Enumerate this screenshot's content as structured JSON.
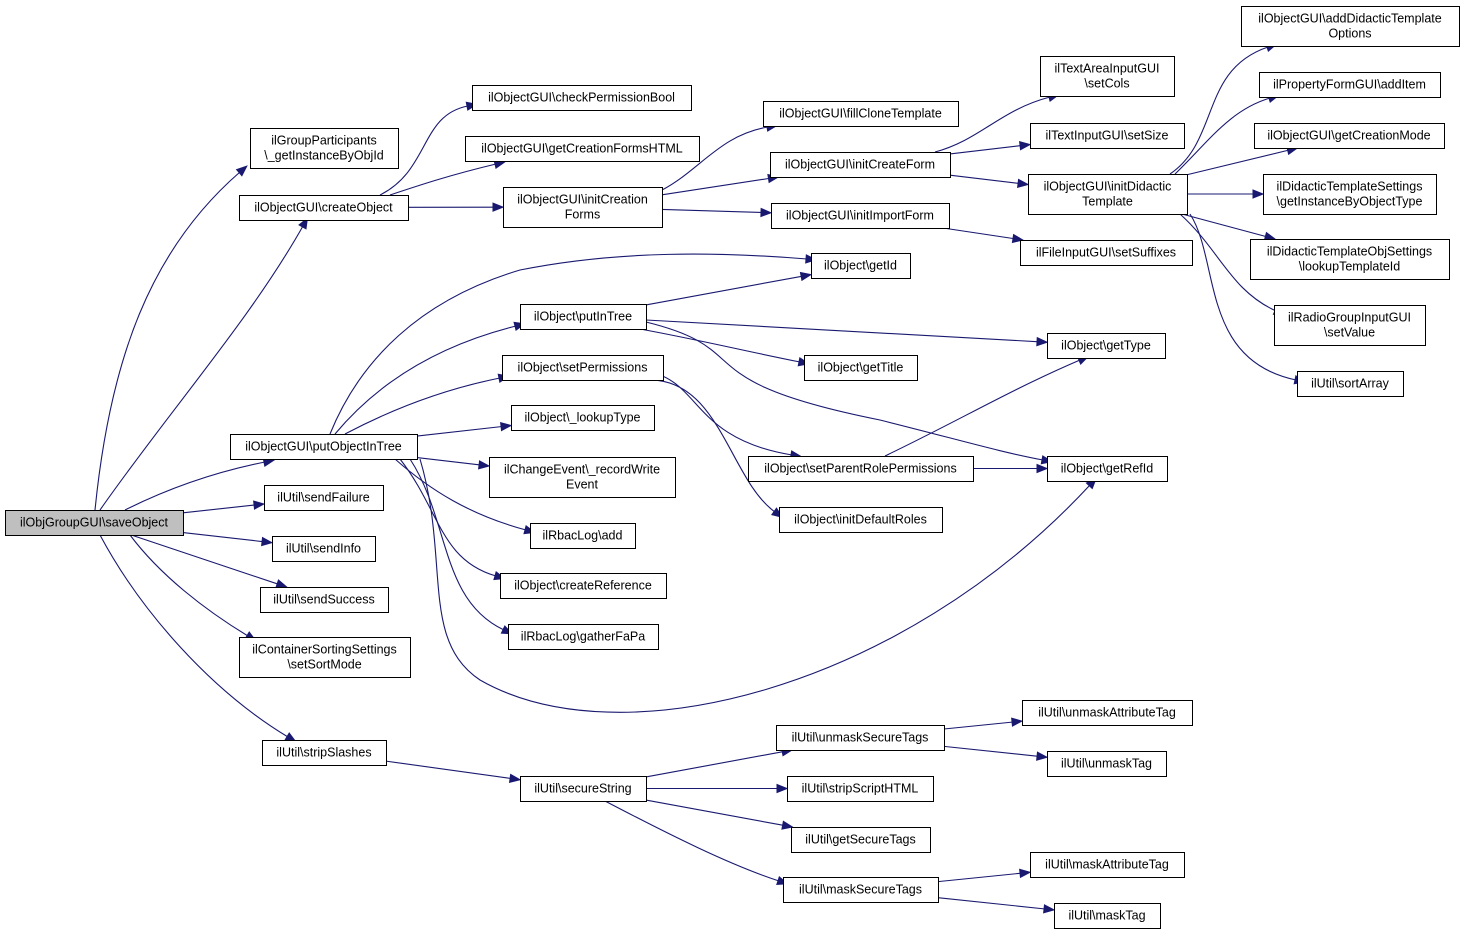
{
  "colors": {
    "edge": "#191970",
    "root_fill": "#bfbfbf",
    "node_fill": "#ffffff",
    "border": "#000000"
  },
  "nodes": [
    {
      "id": "saveObject",
      "lines": [
        "ilObjGroupGUI\\saveObject"
      ],
      "root": true
    },
    {
      "id": "gp",
      "lines": [
        "ilGroupParticipants",
        "\\_getInstanceByObjId"
      ]
    },
    {
      "id": "createObject",
      "lines": [
        "ilObjectGUI\\createObject"
      ]
    },
    {
      "id": "putObjectInTree",
      "lines": [
        "ilObjectGUI\\putObjectInTree"
      ]
    },
    {
      "id": "sendFailure",
      "lines": [
        "ilUtil\\sendFailure"
      ]
    },
    {
      "id": "sendInfo",
      "lines": [
        "ilUtil\\sendInfo"
      ]
    },
    {
      "id": "sendSuccess",
      "lines": [
        "ilUtil\\sendSuccess"
      ]
    },
    {
      "id": "setSortMode",
      "lines": [
        "ilContainerSortingSettings",
        "\\setSortMode"
      ]
    },
    {
      "id": "stripSlashes",
      "lines": [
        "ilUtil\\stripSlashes"
      ]
    },
    {
      "id": "checkPermissionBool",
      "lines": [
        "ilObjectGUI\\checkPermissionBool"
      ]
    },
    {
      "id": "getCreationFormsHTML",
      "lines": [
        "ilObjectGUI\\getCreationFormsHTML"
      ]
    },
    {
      "id": "initCreationForms",
      "lines": [
        "ilObjectGUI\\initCreation",
        "Forms"
      ]
    },
    {
      "id": "getId",
      "lines": [
        "ilObject\\getId"
      ]
    },
    {
      "id": "putInTree",
      "lines": [
        "ilObject\\putInTree"
      ]
    },
    {
      "id": "setPermissions",
      "lines": [
        "ilObject\\setPermissions"
      ]
    },
    {
      "id": "lookupType",
      "lines": [
        "ilObject\\_lookupType"
      ]
    },
    {
      "id": "recordWriteEvent",
      "lines": [
        "ilChangeEvent\\_recordWrite",
        "Event"
      ]
    },
    {
      "id": "rbacAdd",
      "lines": [
        "ilRbacLog\\add"
      ]
    },
    {
      "id": "createReference",
      "lines": [
        "ilObject\\createReference"
      ]
    },
    {
      "id": "gatherFaPa",
      "lines": [
        "ilRbacLog\\gatherFaPa"
      ]
    },
    {
      "id": "secureString",
      "lines": [
        "ilUtil\\secureString"
      ]
    },
    {
      "id": "fillCloneTemplate",
      "lines": [
        "ilObjectGUI\\fillCloneTemplate"
      ]
    },
    {
      "id": "initCreateForm",
      "lines": [
        "ilObjectGUI\\initCreateForm"
      ]
    },
    {
      "id": "initImportForm",
      "lines": [
        "ilObjectGUI\\initImportForm"
      ]
    },
    {
      "id": "getTitle",
      "lines": [
        "ilObject\\getTitle"
      ]
    },
    {
      "id": "setParentRolePermissions",
      "lines": [
        "ilObject\\setParentRolePermissions"
      ]
    },
    {
      "id": "initDefaultRoles",
      "lines": [
        "ilObject\\initDefaultRoles"
      ]
    },
    {
      "id": "unmaskSecureTags",
      "lines": [
        "ilUtil\\unmaskSecureTags"
      ]
    },
    {
      "id": "stripScriptHTML",
      "lines": [
        "ilUtil\\stripScriptHTML"
      ]
    },
    {
      "id": "getSecureTags",
      "lines": [
        "ilUtil\\getSecureTags"
      ]
    },
    {
      "id": "maskSecureTags",
      "lines": [
        "ilUtil\\maskSecureTags"
      ]
    },
    {
      "id": "setCols",
      "lines": [
        "ilTextAreaInputGUI",
        "\\setCols"
      ]
    },
    {
      "id": "setSize",
      "lines": [
        "ilTextInputGUI\\setSize"
      ]
    },
    {
      "id": "initDidacticTemplate",
      "lines": [
        "ilObjectGUI\\initDidactic",
        "Template"
      ]
    },
    {
      "id": "setSuffixes",
      "lines": [
        "ilFileInputGUI\\setSuffixes"
      ]
    },
    {
      "id": "getType",
      "lines": [
        "ilObject\\getType"
      ]
    },
    {
      "id": "getRefId",
      "lines": [
        "ilObject\\getRefId"
      ]
    },
    {
      "id": "unmaskAttributeTag",
      "lines": [
        "ilUtil\\unmaskAttributeTag"
      ]
    },
    {
      "id": "unmaskTag",
      "lines": [
        "ilUtil\\unmaskTag"
      ]
    },
    {
      "id": "maskAttributeTag",
      "lines": [
        "ilUtil\\maskAttributeTag"
      ]
    },
    {
      "id": "maskTag",
      "lines": [
        "ilUtil\\maskTag"
      ]
    },
    {
      "id": "addDidacticTemplateOptions",
      "lines": [
        "ilObjectGUI\\addDidacticTemplate",
        "Options"
      ]
    },
    {
      "id": "addItem",
      "lines": [
        "ilPropertyFormGUI\\addItem"
      ]
    },
    {
      "id": "getCreationMode",
      "lines": [
        "ilObjectGUI\\getCreationMode"
      ]
    },
    {
      "id": "getInstanceByObjectType",
      "lines": [
        "ilDidacticTemplateSettings",
        "\\getInstanceByObjectType"
      ]
    },
    {
      "id": "lookupTemplateId",
      "lines": [
        "ilDidacticTemplateObjSettings",
        "\\lookupTemplateId"
      ]
    },
    {
      "id": "setValue",
      "lines": [
        "ilRadioGroupInputGUI",
        "\\setValue"
      ]
    },
    {
      "id": "sortArray",
      "lines": [
        "ilUtil\\sortArray"
      ]
    }
  ],
  "edges": [
    [
      "saveObject",
      "gp"
    ],
    [
      "saveObject",
      "createObject"
    ],
    [
      "saveObject",
      "putObjectInTree"
    ],
    [
      "saveObject",
      "sendFailure"
    ],
    [
      "saveObject",
      "sendInfo"
    ],
    [
      "saveObject",
      "sendSuccess"
    ],
    [
      "saveObject",
      "setSortMode"
    ],
    [
      "saveObject",
      "stripSlashes"
    ],
    [
      "createObject",
      "checkPermissionBool"
    ],
    [
      "createObject",
      "getCreationFormsHTML"
    ],
    [
      "createObject",
      "initCreationForms"
    ],
    [
      "initCreationForms",
      "fillCloneTemplate"
    ],
    [
      "initCreationForms",
      "initCreateForm"
    ],
    [
      "initCreationForms",
      "initImportForm"
    ],
    [
      "initCreateForm",
      "setCols"
    ],
    [
      "initCreateForm",
      "setSize"
    ],
    [
      "initCreateForm",
      "initDidacticTemplate"
    ],
    [
      "initImportForm",
      "setSuffixes"
    ],
    [
      "initDidacticTemplate",
      "addDidacticTemplateOptions"
    ],
    [
      "initDidacticTemplate",
      "addItem"
    ],
    [
      "initDidacticTemplate",
      "getCreationMode"
    ],
    [
      "initDidacticTemplate",
      "getInstanceByObjectType"
    ],
    [
      "initDidacticTemplate",
      "lookupTemplateId"
    ],
    [
      "initDidacticTemplate",
      "setValue"
    ],
    [
      "initDidacticTemplate",
      "sortArray"
    ],
    [
      "putObjectInTree",
      "getId"
    ],
    [
      "putObjectInTree",
      "putInTree"
    ],
    [
      "putObjectInTree",
      "setPermissions"
    ],
    [
      "putObjectInTree",
      "lookupType"
    ],
    [
      "putObjectInTree",
      "recordWriteEvent"
    ],
    [
      "putObjectInTree",
      "rbacAdd"
    ],
    [
      "putObjectInTree",
      "createReference"
    ],
    [
      "putObjectInTree",
      "gatherFaPa"
    ],
    [
      "putObjectInTree",
      "getRefId"
    ],
    [
      "putInTree",
      "getId"
    ],
    [
      "putInTree",
      "getType"
    ],
    [
      "putInTree",
      "getTitle"
    ],
    [
      "putInTree",
      "getRefId"
    ],
    [
      "setPermissions",
      "setParentRolePermissions"
    ],
    [
      "setPermissions",
      "initDefaultRoles"
    ],
    [
      "setParentRolePermissions",
      "getType"
    ],
    [
      "setParentRolePermissions",
      "getRefId"
    ],
    [
      "stripSlashes",
      "secureString"
    ],
    [
      "secureString",
      "unmaskSecureTags"
    ],
    [
      "secureString",
      "stripScriptHTML"
    ],
    [
      "secureString",
      "getSecureTags"
    ],
    [
      "secureString",
      "maskSecureTags"
    ],
    [
      "unmaskSecureTags",
      "unmaskAttributeTag"
    ],
    [
      "unmaskSecureTags",
      "unmaskTag"
    ],
    [
      "maskSecureTags",
      "maskAttributeTag"
    ],
    [
      "maskSecureTags",
      "maskTag"
    ]
  ]
}
